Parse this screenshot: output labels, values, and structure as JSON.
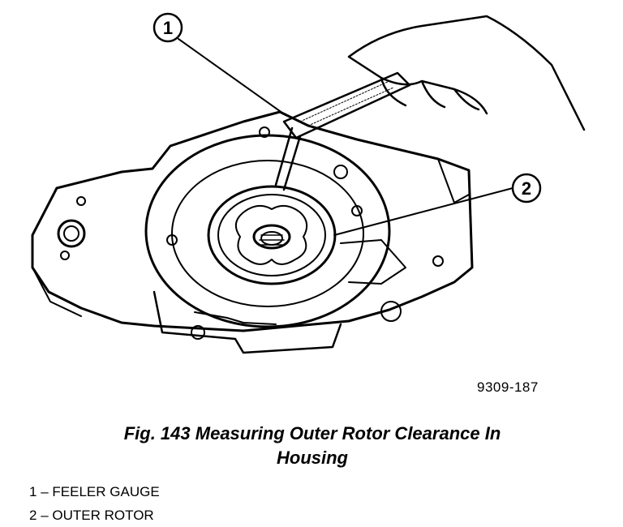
{
  "figure": {
    "callouts": [
      {
        "number": "1",
        "target": "feeler-gauge"
      },
      {
        "number": "2",
        "target": "outer-rotor"
      }
    ],
    "figure_id": "9309-187"
  },
  "caption": {
    "line1": "Fig. 143 Measuring Outer Rotor Clearance In",
    "line2": "Housing"
  },
  "legend": [
    {
      "number": "1",
      "dash": "–",
      "label": "FEELER GAUGE"
    },
    {
      "number": "2",
      "dash": "–",
      "label": "OUTER ROTOR"
    }
  ]
}
